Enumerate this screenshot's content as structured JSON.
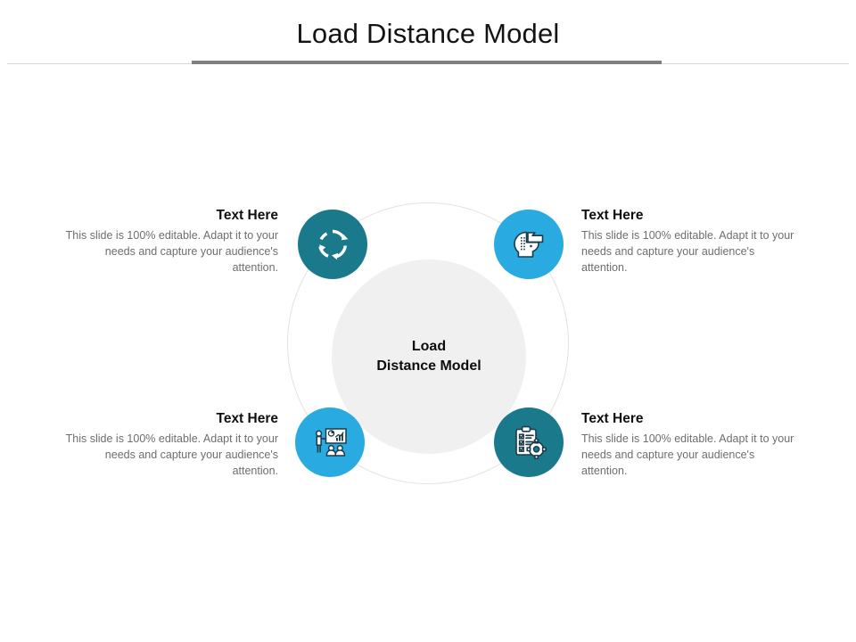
{
  "slide": {
    "title": "Load Distance Model",
    "center": {
      "line1": "Load",
      "line2": "Distance Model"
    }
  },
  "colors": {
    "teal": "#1A7A8C",
    "blue": "#29ABE2",
    "rule_thick": "#808080",
    "rule_thin": "#D6D6D6",
    "inner_circle": "#F0F0F0",
    "outer_ring": "#E2E2E2",
    "heading_text": "#101010",
    "body_text": "#6E6E6E"
  },
  "nodes": [
    {
      "id": "top-left",
      "icon": "circular-arrows-icon",
      "color": "#1A7A8C",
      "heading": "Text Here",
      "body": "This slide is 100% editable.  Adapt it to your needs and capture your audience's attention."
    },
    {
      "id": "top-right",
      "icon": "head-with-arrow-icon",
      "color": "#29ABE2",
      "heading": "Text Here",
      "body": "This slide is 100% editable.  Adapt it to your needs and capture your audience's attention."
    },
    {
      "id": "bottom-left",
      "icon": "presentation-training-icon",
      "color": "#29ABE2",
      "heading": "Text Here",
      "body": "This slide is 100% editable.  Adapt it to your needs and capture your audience's attention."
    },
    {
      "id": "bottom-right",
      "icon": "clipboard-checklist-gear-icon",
      "color": "#1A7A8C",
      "heading": "Text Here",
      "body": "This slide is 100% editable.  Adapt it to your needs and capture your audience's attention."
    }
  ]
}
